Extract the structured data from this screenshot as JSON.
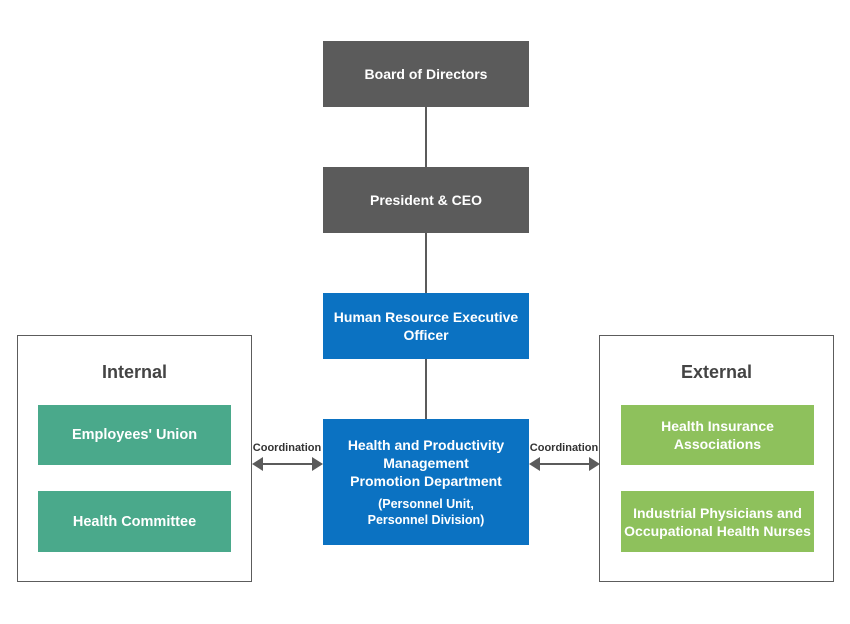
{
  "hierarchy": {
    "board": "Board of Directors",
    "president": "President & CEO",
    "hr_officer": [
      "Human Resource Executive",
      "Officer"
    ],
    "department": {
      "name": [
        "Health and Productivity",
        "Management",
        "Promotion Department"
      ],
      "sub": [
        "(Personnel Unit,",
        "Personnel  Division)"
      ]
    }
  },
  "internal": {
    "title": "Internal",
    "items": [
      "Employees' Union",
      "Health Committee"
    ]
  },
  "external": {
    "title": "External",
    "items": [
      [
        "Health Insurance",
        "Associations"
      ],
      [
        "Industrial Physicians and",
        "Occupational Health Nurses"
      ]
    ]
  },
  "links": {
    "left_label": "Coordination",
    "right_label": "Coordination"
  },
  "colors": {
    "executive": "#5b5b5b",
    "department": "#0b72c2",
    "internal": "#4aa98b",
    "external": "#8ec15c",
    "connector": "#5b5b5b"
  }
}
